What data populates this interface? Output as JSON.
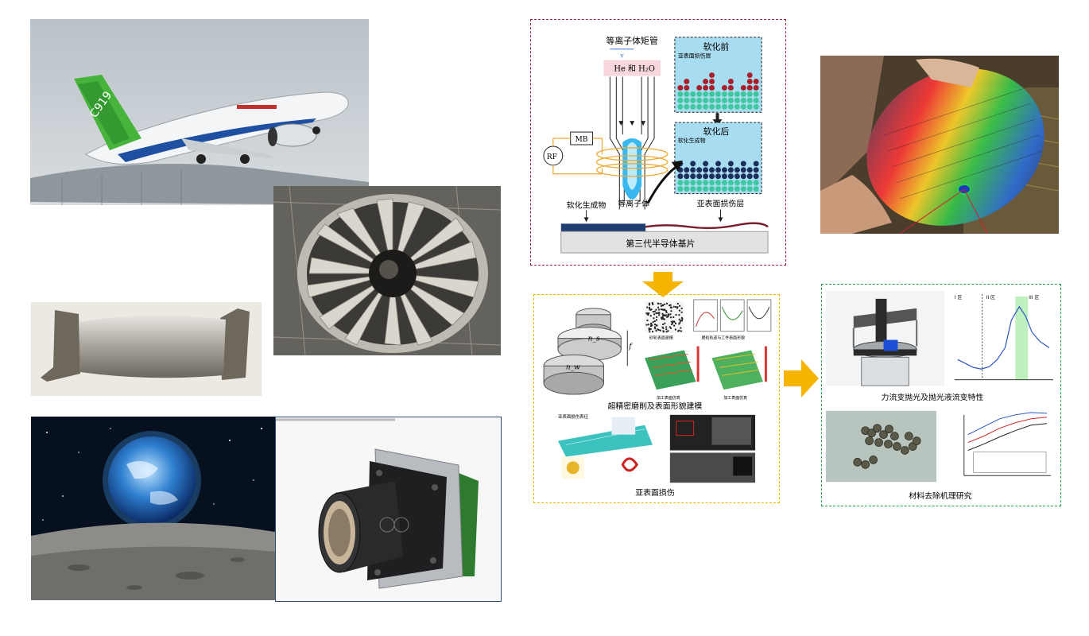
{
  "plasma_diagram": {
    "torch_label": "等离子体矩管",
    "v_label": "v",
    "gas_label": "He 和 H₂O",
    "mb_label": "MB",
    "rf_label": "RF",
    "before_title": "软化前",
    "before_sub": "亚表面损伤层",
    "after_title": "软化后",
    "after_sub": "软化生成物",
    "plasma_label": "等离子体",
    "product_label": "软化生成物",
    "damage_label": "亚表面损伤层",
    "substrate_label": "第三代半导体基片"
  },
  "grinding_panel": {
    "caption_top": "超精密磨削及表面形貌建模",
    "caption_bottom": "亚表面损伤",
    "sub_a": "砂轮表面建模",
    "sub_b": "磨粒轨迹与工件表面形貌",
    "sub_c": "加工表面仿真",
    "sub_d": "加工表面仿真",
    "sub_e": "亚表面损伤表征",
    "ns_label": "n_s",
    "nw_label": "n_w",
    "f_label": "f"
  },
  "polish_panel": {
    "caption_top": "力流变抛光及抛光液流变特性",
    "caption_bottom": "材料去除机理研究",
    "zone1": "I 区",
    "zone2": "II 区",
    "zone3": "III 区"
  },
  "colors": {
    "red_dash": "#a0203a",
    "yellow_dash": "#e8b400",
    "green_dash": "#22a04a",
    "arrow": "#f5b400"
  }
}
